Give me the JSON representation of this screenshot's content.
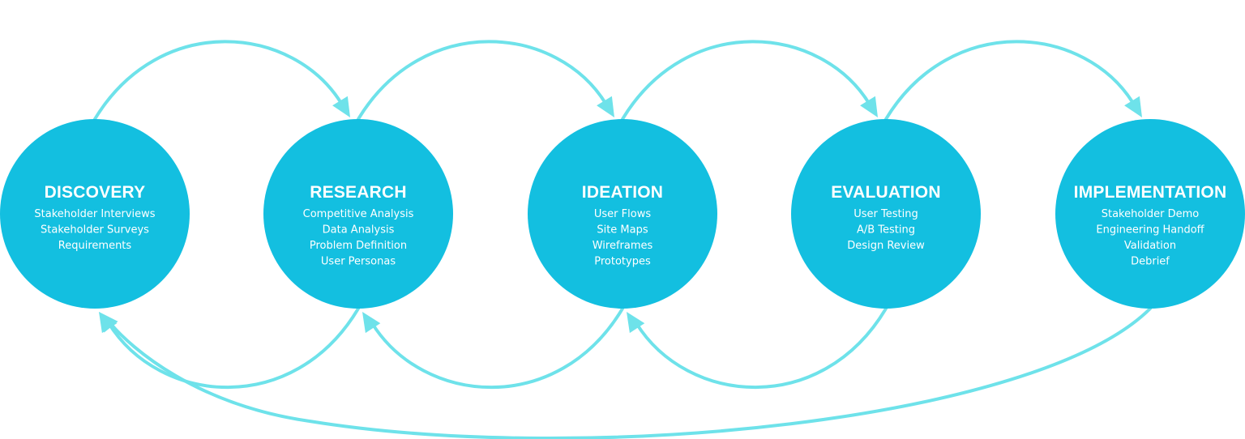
{
  "colors": {
    "circle_fill": "#13bfe0",
    "arrow_stroke": "#6ee2ea",
    "text": "#ffffff",
    "background": "#ffffff"
  },
  "stages": [
    {
      "title": "DISCOVERY",
      "items": [
        "Stakeholder Interviews",
        "Stakeholder Surveys",
        "Requirements"
      ]
    },
    {
      "title": "RESEARCH",
      "items": [
        "Competitive Analysis",
        "Data Analysis",
        "Problem Definition",
        "User Personas"
      ]
    },
    {
      "title": "IDEATION",
      "items": [
        "User Flows",
        "Site Maps",
        "Wireframes",
        "Prototypes"
      ]
    },
    {
      "title": "EVALUATION",
      "items": [
        "User Testing",
        "A/B Testing",
        "Design Review"
      ]
    },
    {
      "title": "IMPLEMENTATION",
      "items": [
        "Stakeholder Demo",
        "Engineering Handoff",
        "Validation",
        "Debrief"
      ]
    }
  ],
  "connections": [
    {
      "from": "DISCOVERY",
      "to": "RESEARCH",
      "direction": "forward"
    },
    {
      "from": "RESEARCH",
      "to": "IDEATION",
      "direction": "forward"
    },
    {
      "from": "IDEATION",
      "to": "EVALUATION",
      "direction": "forward"
    },
    {
      "from": "EVALUATION",
      "to": "IMPLEMENTATION",
      "direction": "forward"
    },
    {
      "from": "RESEARCH",
      "to": "DISCOVERY",
      "direction": "back"
    },
    {
      "from": "IDEATION",
      "to": "RESEARCH",
      "direction": "back"
    },
    {
      "from": "EVALUATION",
      "to": "IDEATION",
      "direction": "back"
    },
    {
      "from": "IMPLEMENTATION",
      "to": "DISCOVERY",
      "direction": "back"
    }
  ]
}
